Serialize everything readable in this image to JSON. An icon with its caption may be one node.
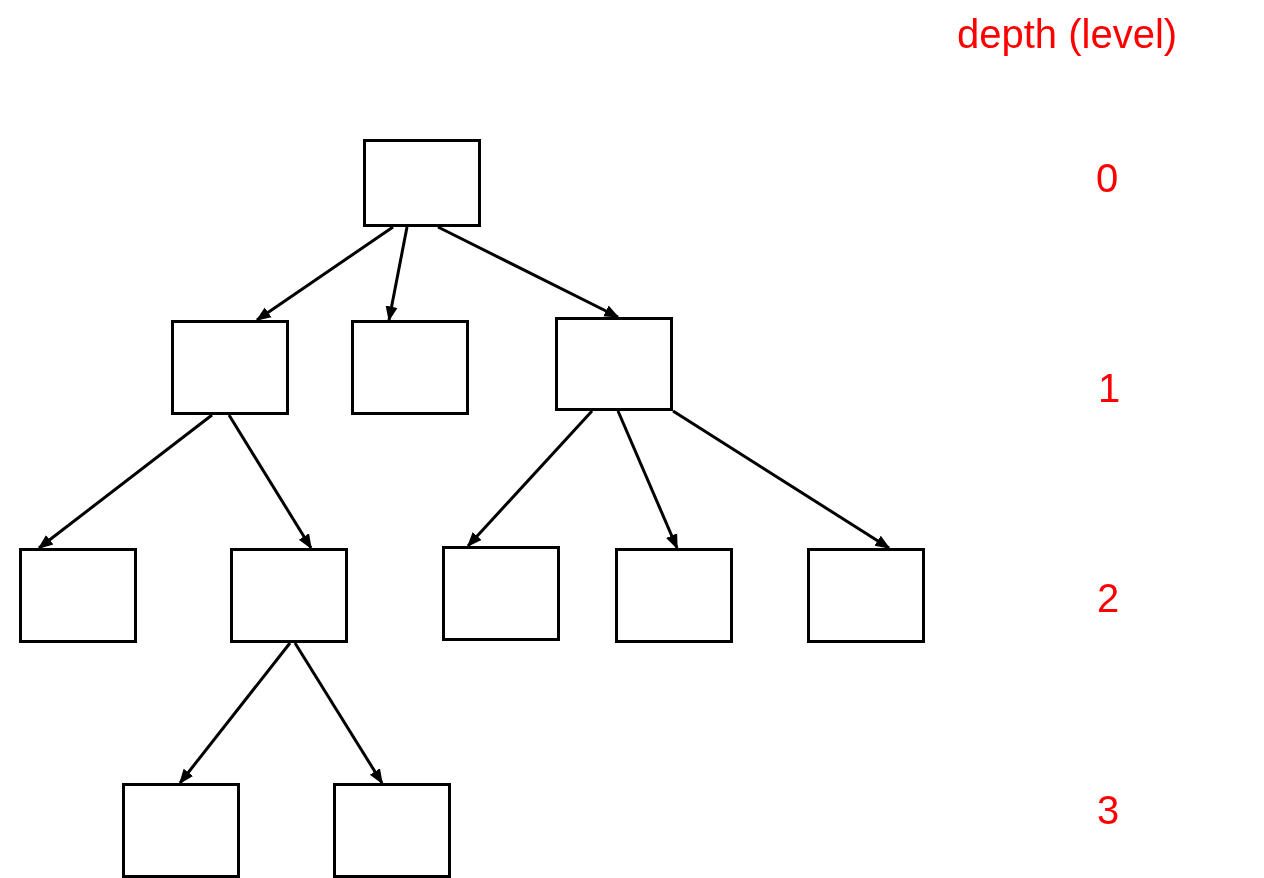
{
  "diagram": {
    "nodes": [
      {
        "text": [],
        "shape": "box"
      },
      {
        "text": [],
        "shape": "box"
      },
      {
        "text": [],
        "shape": "box"
      },
      {
        "text": [],
        "shape": "box"
      },
      {
        "text": [],
        "shape": "box"
      },
      {
        "text": [],
        "shape": "box"
      },
      {
        "text": [],
        "shape": "box"
      },
      {
        "text": [],
        "shape": "box"
      },
      {
        "text": [],
        "shape": "box"
      },
      {
        "text": [],
        "shape": "box"
      },
      {
        "text": [],
        "shape": "box"
      }
    ],
    "edges": [
      {
        "from": 0,
        "to": 1,
        "arrow": "to"
      },
      {
        "from": 0,
        "to": 2,
        "arrow": "to"
      },
      {
        "from": 0,
        "to": 3,
        "arrow": "to"
      },
      {
        "from": 1,
        "to": 4,
        "arrow": "to"
      },
      {
        "from": 1,
        "to": 5,
        "arrow": "to"
      },
      {
        "from": 3,
        "to": 6,
        "arrow": "to"
      },
      {
        "from": 3,
        "to": 7,
        "arrow": "to"
      },
      {
        "from": 3,
        "to": 8,
        "arrow": "to"
      },
      {
        "from": 5,
        "to": 9,
        "arrow": "to"
      },
      {
        "from": 5,
        "to": 10,
        "arrow": "to"
      }
    ],
    "labels": [
      "depth (level)",
      "0",
      "1",
      "2",
      "3"
    ]
  }
}
